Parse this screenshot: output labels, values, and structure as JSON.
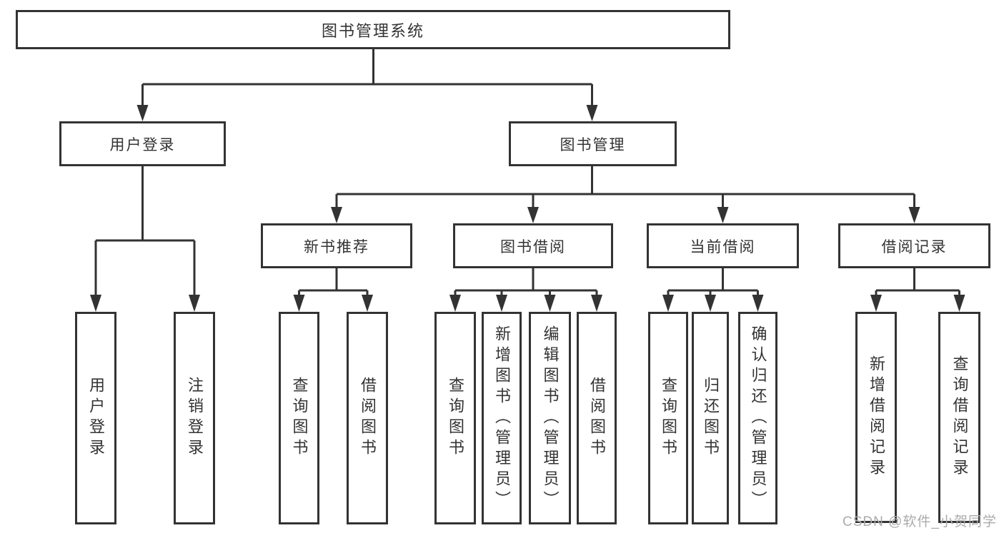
{
  "diagram": {
    "type": "hierarchy-tree",
    "title": "图书管理系统",
    "colors": {
      "background": "#ffffff",
      "box_fill": "#ffffff",
      "box_border": "#333333",
      "line": "#333333",
      "text": "#333333",
      "watermark": "#ababab"
    },
    "tree": {
      "label": "图书管理系统",
      "children": [
        {
          "label": "用户登录",
          "children": [
            {
              "label": "用户登录"
            },
            {
              "label": "注销登录"
            }
          ]
        },
        {
          "label": "图书管理",
          "children": [
            {
              "label": "新书推荐",
              "children": [
                {
                  "label": "查询图书"
                },
                {
                  "label": "借阅图书"
                }
              ]
            },
            {
              "label": "图书借阅",
              "children": [
                {
                  "label": "查询图书"
                },
                {
                  "label": "新增图书（管理员）"
                },
                {
                  "label": "编辑图书（管理员）"
                },
                {
                  "label": "借阅图书"
                }
              ]
            },
            {
              "label": "当前借阅",
              "children": [
                {
                  "label": "查询图书"
                },
                {
                  "label": "归还图书"
                },
                {
                  "label": "确认归还（管理员）"
                }
              ]
            },
            {
              "label": "借阅记录",
              "children": [
                {
                  "label": "新增借阅记录"
                },
                {
                  "label": "查询借阅记录"
                }
              ]
            }
          ]
        }
      ]
    },
    "watermark": {
      "text": "CSDN @软件_小贺同学"
    }
  }
}
